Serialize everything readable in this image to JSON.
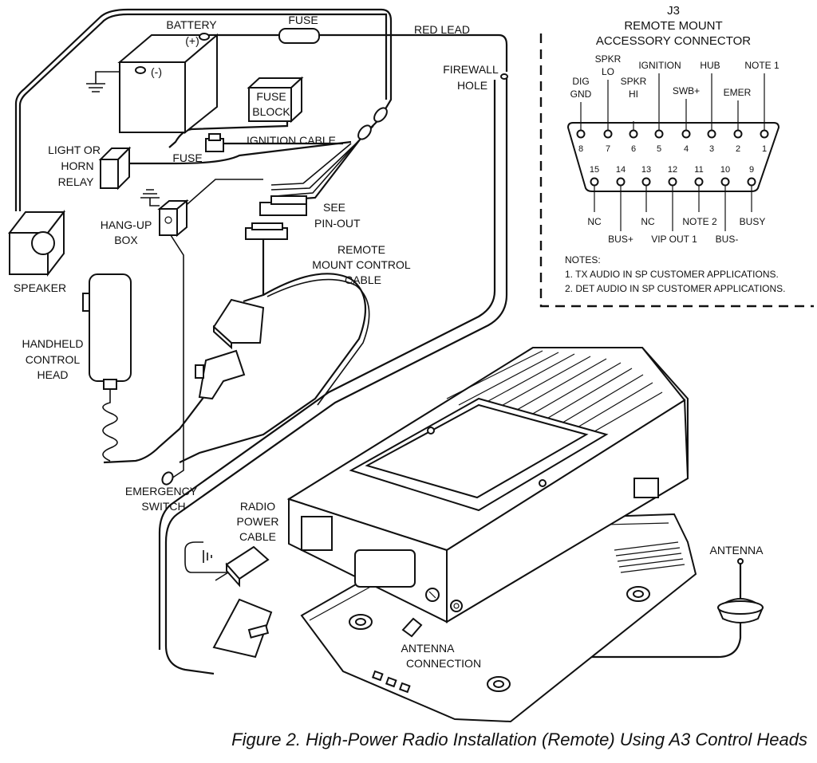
{
  "diagram": {
    "labels": {
      "battery": "BATTERY",
      "plus": "(+)",
      "minus": "(-)",
      "fuse_top": "FUSE",
      "red_lead": "RED LEAD",
      "firewall_l1": "FIREWALL",
      "firewall_l2": "HOLE",
      "fuse_block_l1": "FUSE",
      "fuse_block_l2": "BLOCK",
      "relay_l1": "LIGHT OR",
      "relay_l2": "HORN",
      "relay_l3": "RELAY",
      "fuse_mid": "FUSE",
      "ignition_cable": "IGNITION CABLE",
      "see_l1": "SEE",
      "see_l2": "PIN-OUT",
      "hangup_l1": "HANG-UP",
      "hangup_l2": "BOX",
      "speaker": "SPEAKER",
      "remote_l1": "REMOTE",
      "remote_l2": "MOUNT CONTROL",
      "remote_l3": "CABLE",
      "handheld_l1": "HANDHELD",
      "handheld_l2": "CONTROL",
      "handheld_l3": "HEAD",
      "emergency_l1": "EMERGENCY",
      "emergency_l2": "SWITCH",
      "power_l1": "RADIO",
      "power_l2": "POWER",
      "power_l3": "CABLE",
      "antenna": "ANTENNA",
      "antconn_l1": "ANTENNA",
      "antconn_l2": "CONNECTION"
    },
    "connector": {
      "title_l1": "J3",
      "title_l2": "REMOTE MOUNT",
      "title_l3": "ACCESSORY CONNECTOR",
      "top_pins": [
        "8",
        "7",
        "6",
        "5",
        "4",
        "3",
        "2",
        "1"
      ],
      "bottom_pins": [
        "15",
        "14",
        "13",
        "12",
        "11",
        "10",
        "9"
      ],
      "pin_labels": {
        "dig_l1": "DIG",
        "dig_l2": "GND",
        "spkrlo_l1": "SPKR",
        "spkrlo_l2": "LO",
        "spkrhi_l1": "SPKR",
        "spkrhi_l2": "HI",
        "ignition": "IGNITION",
        "swb": "SWB+",
        "hub": "HUB",
        "emer": "EMER",
        "note1": "NOTE 1",
        "nc15": "NC",
        "bus_plus": "BUS+",
        "nc13": "NC",
        "vip": "VIP OUT 1",
        "note2": "NOTE 2",
        "bus_minus": "BUS-",
        "busy": "BUSY"
      },
      "notes_title": "NOTES:",
      "notes": [
        "1.  TX AUDIO IN SP CUSTOMER APPLICATIONS.",
        "2.  DET AUDIO IN SP CUSTOMER APPLICATIONS."
      ]
    },
    "caption": "Figure 2. High-Power Radio Installation (Remote) Using A3 Control Heads"
  }
}
